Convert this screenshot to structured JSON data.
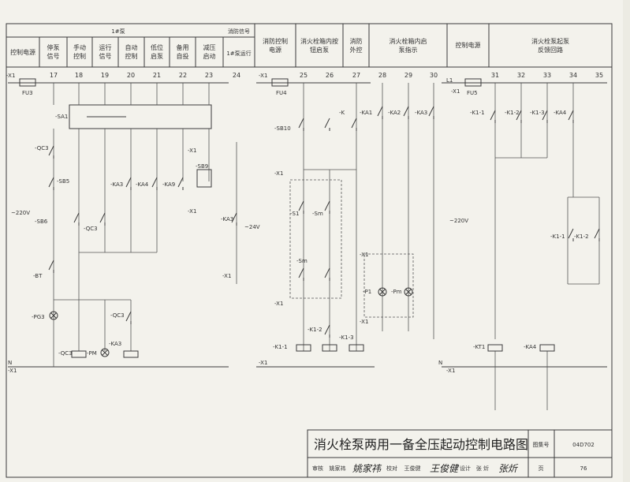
{
  "header": {
    "group_pump1": "1#泵",
    "fire_signal_top": "消防信号",
    "fire_signal_bottom": "1#泵运行",
    "columns": [
      "控制电源",
      "停泵信号",
      "手动控制",
      "运行信号",
      "自动控制",
      "低位启泵",
      "备用自投",
      "减压启动"
    ],
    "right_columns": [
      "消防控制电源",
      "消火栓箱内按钮启泵",
      "消防外控",
      "消火栓箱内启泵指示",
      "控制电源",
      "消火栓泵起泵反馈回路"
    ]
  },
  "terminals": [
    "17",
    "18",
    "19",
    "20",
    "21",
    "22",
    "23",
    "24",
    "25",
    "26",
    "27",
    "28",
    "29",
    "30",
    "31",
    "32",
    "33",
    "34",
    "35"
  ],
  "labels": {
    "x1_a": "-X1",
    "fu3": "FU3",
    "x1_b": "-X1",
    "fu4": "FU4",
    "l1": "L1",
    "x1_c": "-X1",
    "fu5": "FU5",
    "sa1": "-SA1",
    "qc3": "-QC3",
    "sb5": "-SB5",
    "sb6": "-SB6",
    "qc3b": "-QC3",
    "bt": "-BT",
    "ka3": "-KA3",
    "ka4": "-KA4",
    "ka9": "-KA9",
    "x1p": "-X1",
    "sb9": "-SB9",
    "x1q": "-X1",
    "ka3b": "-KA3",
    "x1r": "-X1",
    "v220_left": "~220V",
    "v24": "~24V",
    "v220_right": "~220V",
    "pg3": "-PG3",
    "qc3c": "-QC3",
    "qc3d": "-QC3",
    "pm": "-PM",
    "ka3c": "-KA3",
    "sb10": "-SB10",
    "x1s": "-X1",
    "k": "-K",
    "k1": "-KA1",
    "k2": "-KA2",
    "k3": "-KA3",
    "s1": "-S1",
    "sm": "-Sm",
    "sm2": "-Sm",
    "x1t": "-X1",
    "x1u": "-X1",
    "k1_1": "-K1-1",
    "k1_2": "-K1-2",
    "k1_3": "-K1-3",
    "p1": "-P1",
    "pm2": "-Pm",
    "x1v": "-X1",
    "kt1": "-K1-1",
    "kt2": "-K1-2",
    "kt3": "-K1-3",
    "ka4b": "-KA4",
    "k1c": "-K1-1",
    "k2c": "-K1-2",
    "kt1coil": "-KT1",
    "ka4coil": "-KA4",
    "n_left": "N",
    "x1n1": "-X1",
    "x1n2": "-X1",
    "n_right": "N",
    "x1n3": "-X1"
  },
  "title_block": {
    "title": "消火栓泵两用一备全压起动控制电路图",
    "atlas_label": "图集号",
    "atlas_no": "04D702",
    "review_label": "审核",
    "reviewer": "姚家祎",
    "check_label": "校对",
    "checker": "王俊健",
    "design_label": "设计",
    "designer": "张 炘",
    "page_label": "页",
    "page_no": "76"
  }
}
